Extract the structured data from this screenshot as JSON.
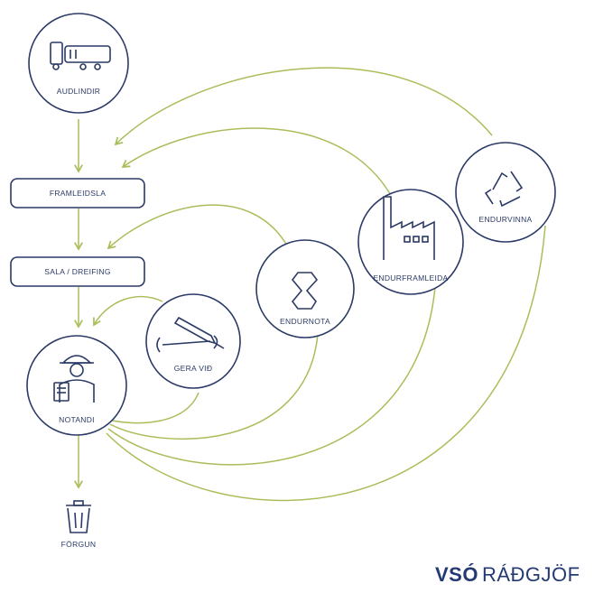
{
  "nodes": {
    "audlindir": "AUDLINDIR",
    "framleidsla": "FRAMLEIDSLA",
    "sala": "SALA / DREIFING",
    "notandi": "NOTANDI",
    "forgun": "FÖRGUN",
    "gera_vid": "GERA VIÐ",
    "endurnota": "ENDURNOTA",
    "endurframleida": "ENDURFRAMLEIDA",
    "endurvinna": "ENDURVINNA"
  },
  "brand": {
    "bold": "VSÓ",
    "light": "RÁÐGJÖF"
  },
  "icons": {
    "audlindir": "truck-icon",
    "notandi": "worker-icon",
    "forgun": "trash-bin-icon",
    "gera_vid": "wrench-screwdriver-icon",
    "endurnota": "reuse-icon",
    "endurframleida": "factory-icon",
    "endurvinna": "recycle-icon"
  },
  "colors": {
    "navy": "#2b3a66",
    "green": "#a9be5a",
    "background": "#ffffff"
  }
}
